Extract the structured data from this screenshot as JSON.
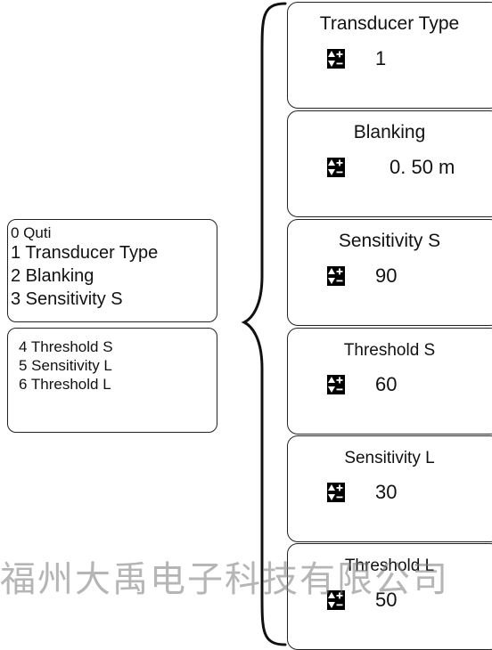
{
  "menu": {
    "main_items": [
      "0  Quti",
      "1  Transducer Type",
      "2 Blanking",
      "3 Sensitivity S"
    ],
    "more_items": [
      "4  Threshold S",
      "5 Sensitivity L",
      "6 Threshold L"
    ]
  },
  "params": [
    {
      "title": "Transducer Type",
      "value": "1"
    },
    {
      "title": "Blanking",
      "value": "0. 50  m"
    },
    {
      "title": "Sensitivity S",
      "value": "90"
    },
    {
      "title": "Threshold S",
      "value": "60"
    },
    {
      "title": "Sensitivity L",
      "value": "30"
    },
    {
      "title": "Threshold L",
      "value": "50"
    }
  ],
  "icon": {
    "name": "plus-minus-key-icon",
    "color": "#000000"
  },
  "watermark": "福州大禹电子科技有限公司"
}
